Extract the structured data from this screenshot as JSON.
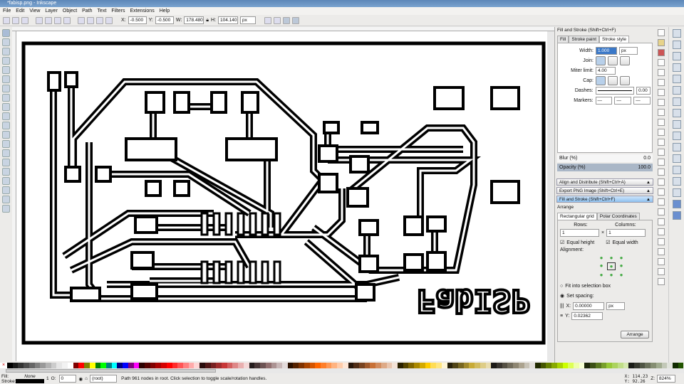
{
  "window": {
    "title": "*fabisp.png - Inkscape"
  },
  "menu": [
    "File",
    "Edit",
    "View",
    "Layer",
    "Object",
    "Path",
    "Text",
    "Filters",
    "Extensions",
    "Help"
  ],
  "toolbar": {
    "x_label": "X:",
    "x": "-0.500",
    "y_label": "Y:",
    "y": "-0.500",
    "w_label": "W:",
    "w": "178.480",
    "h_label": "H:",
    "h": "104.140",
    "unit": "px"
  },
  "canvas": {
    "board_text": "FabISP"
  },
  "fill_stroke": {
    "title": "Fill and Stroke (Shift+Ctrl+F)",
    "tabs": [
      "Fill",
      "Stroke paint",
      "Stroke style"
    ],
    "width_label": "Width:",
    "width": "1.000",
    "width_unit": "px",
    "join_label": "Join:",
    "miter_label": "Miter limit:",
    "miter": "4.00",
    "cap_label": "Cap:",
    "dashes_label": "Dashes:",
    "dash_offset": "0.00",
    "markers_label": "Markers:",
    "blur_label": "Blur (%)",
    "blur": "0.0",
    "opacity_label": "Opacity (%)",
    "opacity": "100.0"
  },
  "docked": [
    "Align and Distribute (Shift+Ctrl+A)",
    "Export PNG Image (Shift+Ctrl+E)",
    "Fill and Stroke (Shift+Ctrl+F)"
  ],
  "arrange": {
    "title": "Arrange",
    "tabs": [
      "Rectangular grid",
      "Polar Coordinates"
    ],
    "rows_label": "Rows:",
    "rows": "1",
    "cols_label": "Columns:",
    "cols": "1",
    "equal_height": "Equal height",
    "equal_width": "Equal width",
    "alignment_label": "Alignment:",
    "fit_label": "Fit into selection box",
    "spacing_label": "Set spacing:",
    "sx_label": "X:",
    "sx": "0.00000",
    "sx_unit": "px",
    "sy_label": "Y:",
    "sy": "0.02362",
    "arrange_button": "Arrange"
  },
  "status": {
    "fill_label": "Fill:",
    "fill": "None",
    "stroke_label": "Stroke:",
    "stroke_width": "1",
    "opacity_label": "O:",
    "opacity": "0",
    "layer": "(root)",
    "message": "Path 961 nodes in root. Click selection to toggle scale/rotation handles.",
    "cx_label": "X:",
    "cx": "114.23",
    "cy_label": "Y:",
    "cy": "92.26",
    "zoom_label": "Z:",
    "zoom": "824%"
  },
  "palette": [
    "#000000",
    "#1a1a1a",
    "#333333",
    "#4d4d4d",
    "#666666",
    "#808080",
    "#999999",
    "#b3b3b3",
    "#cccccc",
    "#e6e6e6",
    "#f2f2f2",
    "#ffffff",
    "#800000",
    "#ff0000",
    "#808000",
    "#ffff00",
    "#008000",
    "#00ff00",
    "#008080",
    "#00ffff",
    "#000080",
    "#0000ff",
    "#800080",
    "#ff00ff",
    "#2b0000",
    "#550000",
    "#800000",
    "#aa0000",
    "#d40000",
    "#ff0000",
    "#ff2a2a",
    "#ff5555",
    "#ff8080",
    "#ffaaaa",
    "#ffd5d5",
    "#280b0b",
    "#501616",
    "#782121",
    "#a02c2c",
    "#c83737",
    "#d35f5f",
    "#de8787",
    "#e9afaf",
    "#f4d7d7",
    "#241c1c",
    "#483737",
    "#6c5353",
    "#916f6f",
    "#ac9393",
    "#c8b7b7",
    "#e3dbdb",
    "#2b1100",
    "#552200",
    "#803300",
    "#aa4400",
    "#d45500",
    "#ff6600",
    "#ff7f2a",
    "#ff9955",
    "#ffb380",
    "#ffccaa",
    "#ffe6d5",
    "#28170b",
    "#502d16",
    "#784421",
    "#a05a2c",
    "#c87137",
    "#d38d5f",
    "#deaa87",
    "#e9c6af",
    "#f4e3d7",
    "#2b2200",
    "#554400",
    "#806600",
    "#aa8800",
    "#d4aa00",
    "#ffcc00",
    "#ffdd55",
    "#ffe680",
    "#fff6d5",
    "#28220b",
    "#504416",
    "#786721",
    "#a0892c",
    "#c8ab37",
    "#d3bc5f",
    "#decd87",
    "#e9ddaf",
    "#1c1a17",
    "#38342e",
    "#555044",
    "#716b5b",
    "#8e8672",
    "#aca38f",
    "#c8c3b7",
    "#e3dfdb",
    "#222b00",
    "#445500",
    "#668000",
    "#88aa00",
    "#aad400",
    "#ccff00",
    "#ddff55",
    "#eeffaa",
    "#f6ffd5",
    "#1e280b",
    "#3c5016",
    "#5a7821",
    "#789f2c",
    "#97c837",
    "#acd35f",
    "#c0de87",
    "#d5e9af",
    "#1a1c17",
    "#35382e",
    "#4f5544",
    "#6a715b",
    "#858e72",
    "#a0ab8f",
    "#c2c8b7",
    "#e0e3db",
    "#112b00",
    "#225500"
  ]
}
